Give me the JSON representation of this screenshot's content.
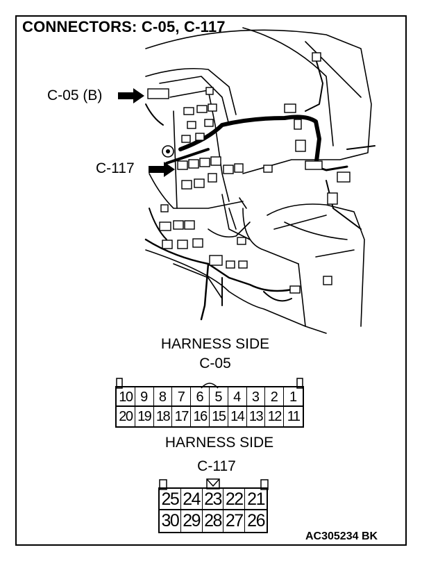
{
  "title": "CONNECTORS: C-05, C-117",
  "callouts": {
    "c05": "C-05 (B)",
    "c117": "C-117"
  },
  "connectors": [
    {
      "side_label": "HARNESS SIDE",
      "name": "C-05",
      "rows": [
        [
          "10",
          "9",
          "8",
          "7",
          "6",
          "5",
          "4",
          "3",
          "2",
          "1"
        ],
        [
          "20",
          "19",
          "18",
          "17",
          "16",
          "15",
          "14",
          "13",
          "12",
          "11"
        ]
      ]
    },
    {
      "side_label": "HARNESS SIDE",
      "name": "C-117",
      "rows": [
        [
          "25",
          "24",
          "23",
          "22",
          "21"
        ],
        [
          "30",
          "29",
          "28",
          "27",
          "26"
        ]
      ]
    }
  ],
  "doc_id": "AC305234 BK"
}
